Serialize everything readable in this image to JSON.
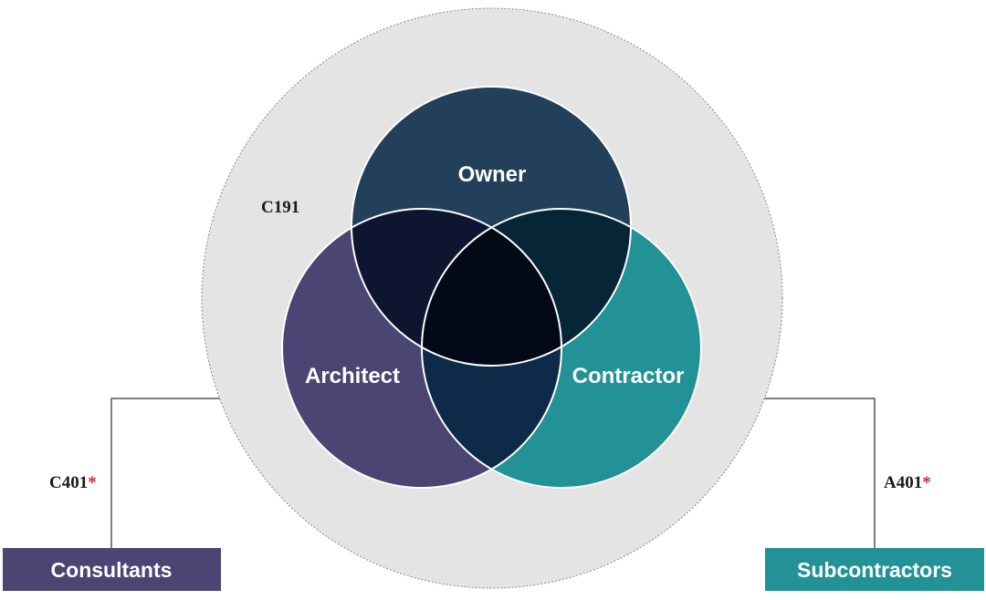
{
  "outer_scope": {
    "label": "C191"
  },
  "circles": {
    "owner": {
      "label": "Owner",
      "color": "#22405a"
    },
    "architect": {
      "label": "Architect",
      "color": "#4a4573"
    },
    "contractor": {
      "label": "Contractor",
      "color": "#229296"
    }
  },
  "overlap_colors": {
    "owner_architect": "#0d1530",
    "owner_contractor": "#062638",
    "architect_contractor": "#0d2a48",
    "all": "#020a18"
  },
  "left_branch": {
    "doc_label": "C401",
    "asterisk": "*",
    "box_label": "Consultants",
    "box_color": "#4a4573"
  },
  "right_branch": {
    "doc_label": "A401",
    "asterisk": "*",
    "box_label": "Subcontractors",
    "box_color": "#229296"
  }
}
